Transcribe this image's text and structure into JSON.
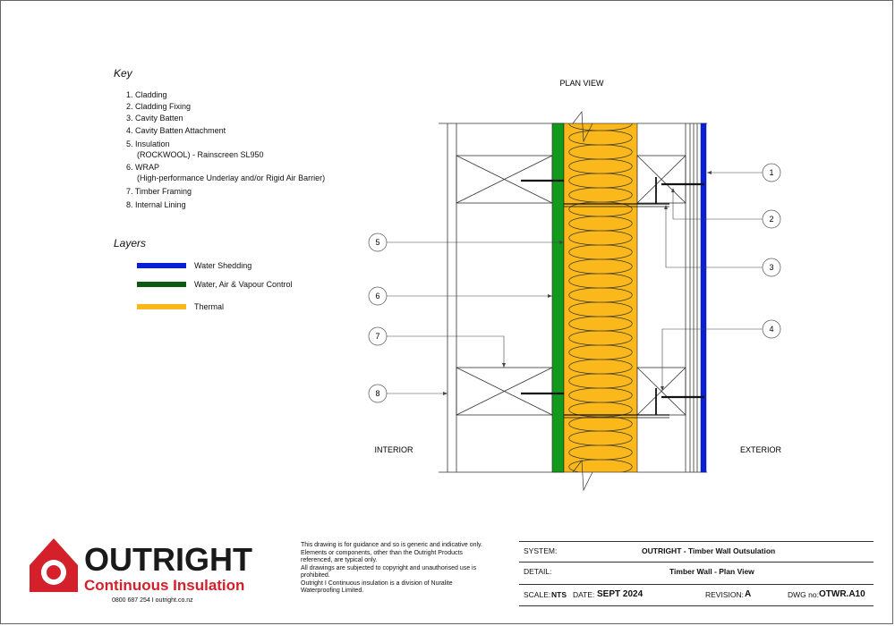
{
  "key": {
    "title": "Key",
    "items": [
      {
        "n": "1.",
        "text": "Cladding"
      },
      {
        "n": "2.",
        "text": "Cladding Fixing"
      },
      {
        "n": "3.",
        "text": "Cavity Batten"
      },
      {
        "n": "4.",
        "text": "Cavity Batten Attachment"
      },
      {
        "n": "5.",
        "text": "Insulation",
        "sub": "(ROCKWOOL) - Rainscreen SL950"
      },
      {
        "n": "6.",
        "text": "WRAP",
        "sub": "(High-performance Underlay and/or Rigid Air Barrier)"
      },
      {
        "n": "7.",
        "text": "Timber Framing"
      },
      {
        "n": "8.",
        "text": "Internal Lining"
      }
    ]
  },
  "layers": {
    "title": "Layers",
    "items": [
      {
        "label": "Water Shedding",
        "color": "#0a1fd6"
      },
      {
        "label": "Water, Air & Vapour Control",
        "color": "#0b5a12"
      },
      {
        "label": "Thermal",
        "color": "#fbb81a"
      }
    ]
  },
  "diagram": {
    "view_label": "PLAN VIEW",
    "interior_label": "INTERIOR",
    "exterior_label": "EXTERIOR",
    "callouts": [
      "1",
      "2",
      "3",
      "4",
      "5",
      "6",
      "7",
      "8"
    ],
    "colors": {
      "insulation": "#fbb81a",
      "wrap": "#119a1c",
      "cladding": "#0a1fd6"
    }
  },
  "footer": {
    "brand": "OUTRIGHT",
    "tagline": "Continuous Insulation",
    "contact": "0800 687 254 I outright.co.nz",
    "brand_color": "#d4202a",
    "notes": [
      "This drawing is for guidance and so is generic and indicative only.",
      "Elements or components, other than the Outright Products",
      "referenced, are typical only.",
      "All drawings are subjected to copyright and unauthorised use is",
      "prohibited.",
      "Outright I Continuous insulation is a division of Nuralite",
      "Waterproofing Limited."
    ]
  },
  "title_block": {
    "system_label": "SYSTEM:",
    "system_value": "OUTRIGHT - Timber Wall Outsulation",
    "detail_label": "DETAIL:",
    "detail_value": "Timber Wall - Plan View",
    "scale_label": "SCALE:",
    "scale_value": "NTS",
    "date_label": "DATE:",
    "date_value": "SEPT 2024",
    "revision_label": "REVISION:",
    "revision_value": "A",
    "dwg_label": "DWG no:",
    "dwg_value": "OTWR.A10"
  }
}
